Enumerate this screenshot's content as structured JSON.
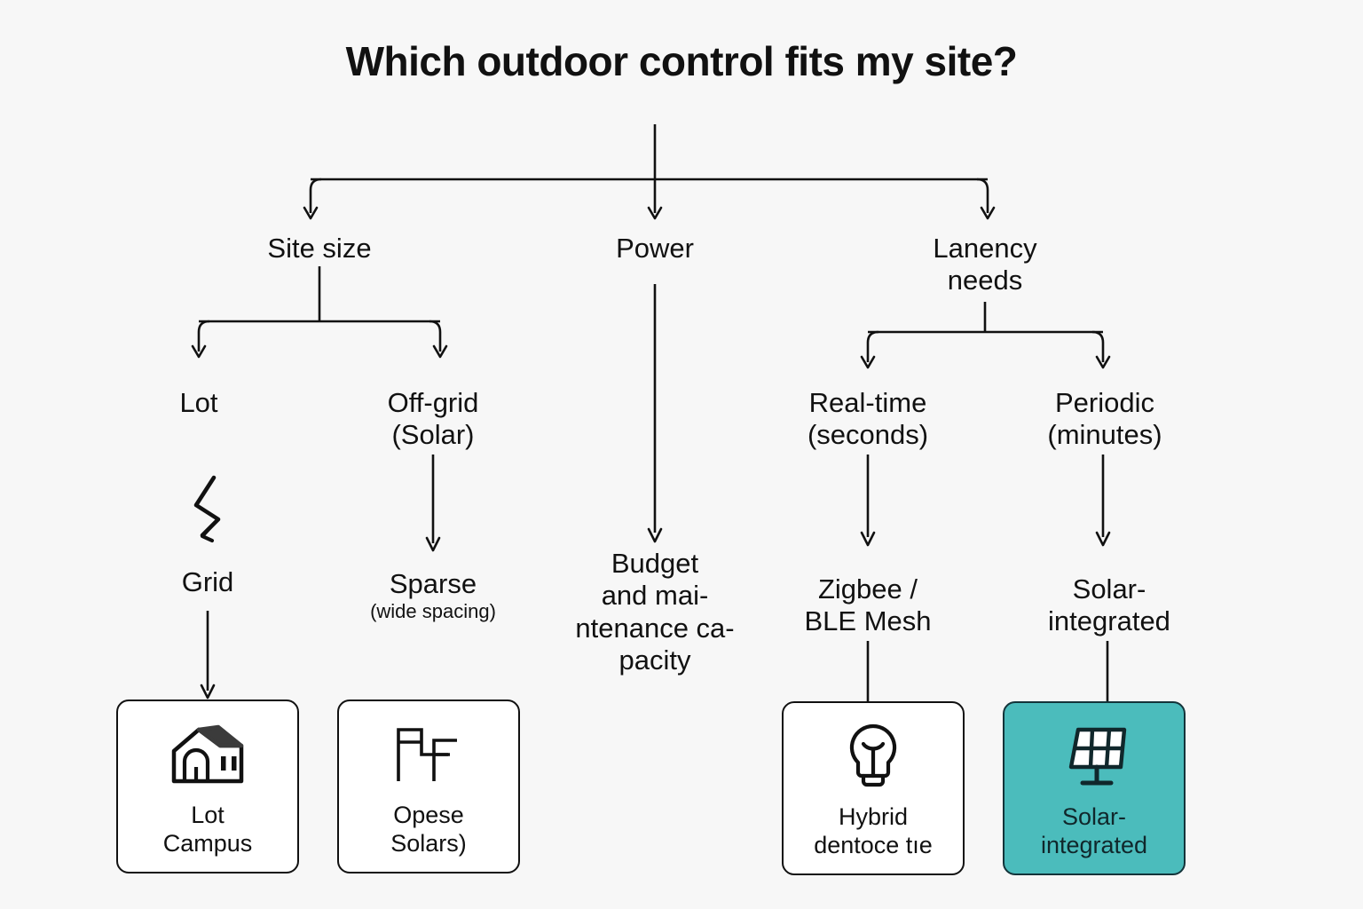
{
  "page": {
    "title": "Which outdoor control fits my site?",
    "background_color": "#f7f7f7",
    "ink_color": "#111111",
    "accent_color": "#4bbcbc"
  },
  "diagram": {
    "type": "decision-tree",
    "root": "Which outdoor control fits my site?",
    "branches": [
      {
        "label": "Site size",
        "children": [
          {
            "label": "Lot",
            "connector": "zigzag",
            "children": [
              {
                "label": "Grid",
                "card": "lot-campus"
              }
            ]
          },
          {
            "label": "Off-grid",
            "label_line2": "(Solar)",
            "connector": "arrow",
            "children": [
              {
                "label": "Sparse",
                "sublabel": "(wide spacing)",
                "card": "opese-solars"
              }
            ]
          }
        ]
      },
      {
        "label": "Power",
        "children": [
          {
            "label": "Budget",
            "label_line2": "and mai-",
            "label_line3": "ntenance ca-",
            "label_line4": "pacity",
            "connector": "arrow"
          }
        ]
      },
      {
        "label": "Lanency",
        "label_line2": "needs",
        "children": [
          {
            "label": "Real-time",
            "label_line2": "(seconds)",
            "connector": "arrow",
            "children": [
              {
                "label": "Zigbee /",
                "label_line2": "BLE Mesh",
                "card": "hybrid"
              }
            ]
          },
          {
            "label": "Periodic",
            "label_line2": "(minutes)",
            "connector": "arrow",
            "children": [
              {
                "label": "Solar-",
                "label_line2": "integrated",
                "card": "solar-integrated"
              }
            ]
          }
        ]
      }
    ]
  },
  "nodes": {
    "site_size": {
      "line1": "Site size"
    },
    "power": {
      "line1": "Power"
    },
    "latency": {
      "line1": "Lanency",
      "line2": "needs"
    },
    "lot": {
      "line1": "Lot"
    },
    "offgrid": {
      "line1": "Off-grid",
      "line2": "(Solar)"
    },
    "realtime": {
      "line1": "Real-time",
      "line2": "(seconds)"
    },
    "periodic": {
      "line1": "Periodic",
      "line2": "(minutes)"
    },
    "grid": {
      "line1": "Grid"
    },
    "sparse": {
      "line1": "Sparse",
      "line2": "(wide spacing)"
    },
    "budget": {
      "line1": "Budget",
      "line2": "and mai-",
      "line3": "ntenance ca-",
      "line4": "pacity"
    },
    "zigbee": {
      "line1": "Zigbee /",
      "line2": "BLE Mesh"
    },
    "solar": {
      "line1": "Solar-",
      "line2": "integrated"
    }
  },
  "cards": [
    {
      "id": "lot-campus",
      "icon": "house-icon",
      "label_line1": "Lot",
      "label_line2": "Campus",
      "highlighted": false
    },
    {
      "id": "opese-solars",
      "icon": "pole-lines-icon",
      "label_line1": "Opese",
      "label_line2": "Solars)",
      "highlighted": false
    },
    {
      "id": "hybrid",
      "icon": "lightbulb-icon",
      "label_line1": "Hybrid",
      "label_line2": "dentoce tıe",
      "highlighted": false
    },
    {
      "id": "solar-integrated",
      "icon": "solar-panel-icon",
      "label_line1": "Solar-",
      "label_line2": "integrated",
      "highlighted": true
    }
  ]
}
